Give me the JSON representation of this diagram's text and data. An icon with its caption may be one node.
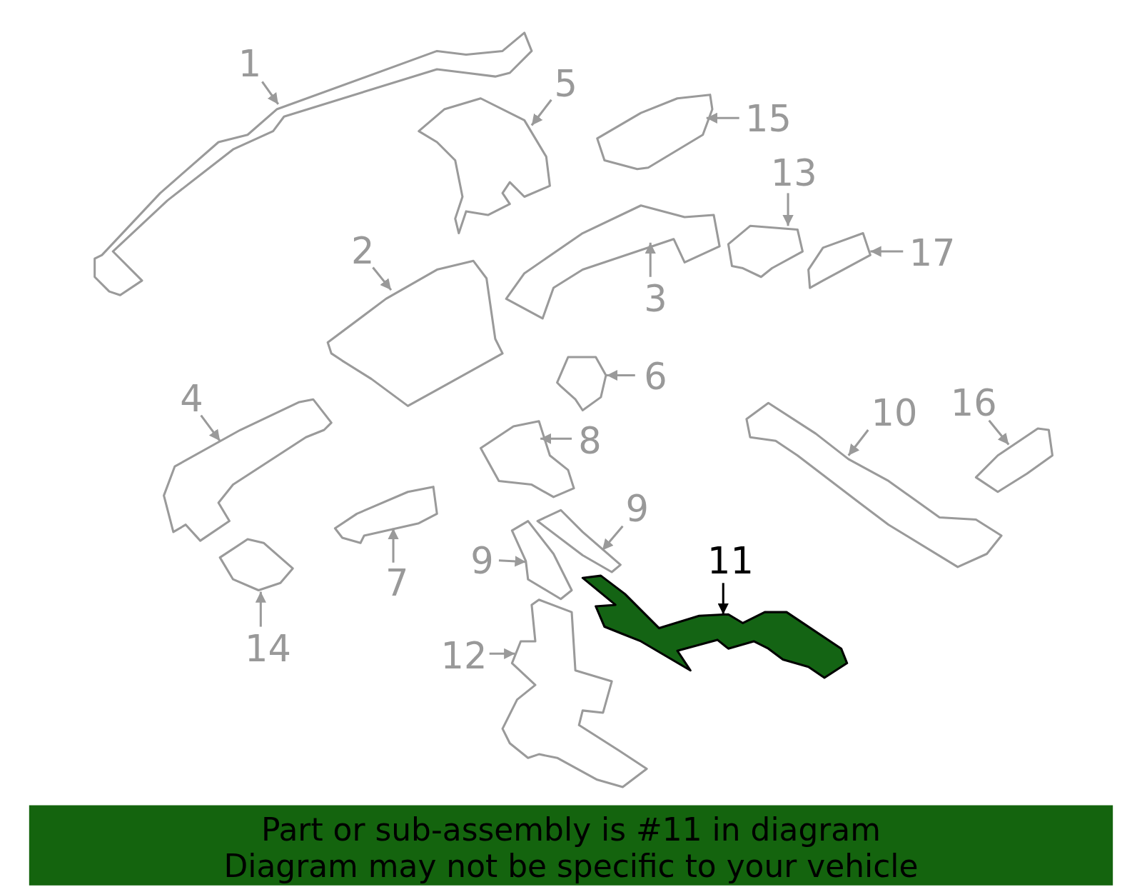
{
  "diagram": {
    "nodes": [
      {
        "text": [
          "1"
        ]
      },
      {
        "text": [],
        "shape": "picture"
      },
      {
        "text": [
          "5"
        ]
      },
      {
        "text": [],
        "shape": "picture"
      },
      {
        "text": [
          "15"
        ]
      },
      {
        "text": [],
        "shape": "picture"
      },
      {
        "text": [
          "13"
        ]
      },
      {
        "text": [],
        "shape": "picture"
      },
      {
        "text": [
          "2"
        ]
      },
      {
        "text": [],
        "shape": "picture"
      },
      {
        "text": [
          "17"
        ]
      },
      {
        "text": [],
        "shape": "picture"
      },
      {
        "text": [
          "3"
        ]
      },
      {
        "text": [],
        "shape": "picture"
      },
      {
        "text": [
          "6"
        ]
      },
      {
        "text": [],
        "shape": "picture"
      },
      {
        "text": [
          "4"
        ]
      },
      {
        "text": [],
        "shape": "picture"
      },
      {
        "text": [
          "16"
        ]
      },
      {
        "text": [],
        "shape": "picture"
      },
      {
        "text": [
          "10"
        ]
      },
      {
        "text": [],
        "shape": "picture"
      },
      {
        "text": [
          "8"
        ]
      },
      {
        "text": [],
        "shape": "picture"
      },
      {
        "text": [
          "9"
        ]
      },
      {
        "text": [],
        "shape": "picture"
      },
      {
        "text": [
          "9"
        ]
      },
      {
        "text": [],
        "shape": "picture"
      },
      {
        "text": [
          "11"
        ]
      },
      {
        "text": [],
        "shape": "picture"
      },
      {
        "text": [
          "7"
        ]
      },
      {
        "text": [],
        "shape": "picture"
      },
      {
        "text": [
          "14"
        ]
      },
      {
        "text": [],
        "shape": "picture"
      },
      {
        "text": [
          "12"
        ]
      },
      {
        "text": [],
        "shape": "picture"
      }
    ],
    "edges": [
      {
        "from": 0,
        "to": 1,
        "arrow": "to"
      },
      {
        "from": 2,
        "to": 3,
        "arrow": "to"
      },
      {
        "from": 4,
        "to": 5,
        "arrow": "to"
      },
      {
        "from": 6,
        "to": 7,
        "arrow": "to"
      },
      {
        "from": 8,
        "to": 9,
        "arrow": "to"
      },
      {
        "from": 10,
        "to": 11,
        "arrow": "to"
      },
      {
        "from": 12,
        "to": 13,
        "arrow": "to"
      },
      {
        "from": 14,
        "to": 15,
        "arrow": "to"
      },
      {
        "from": 16,
        "to": 17,
        "arrow": "to"
      },
      {
        "from": 18,
        "to": 19,
        "arrow": "to"
      },
      {
        "from": 20,
        "to": 21,
        "arrow": "to"
      },
      {
        "from": 22,
        "to": 23,
        "arrow": "to"
      },
      {
        "from": 24,
        "to": 25,
        "arrow": "to"
      },
      {
        "from": 26,
        "to": 27,
        "arrow": "to"
      },
      {
        "from": 28,
        "to": 29,
        "arrow": "to",
        "color": "#000000"
      },
      {
        "from": 30,
        "to": 31,
        "arrow": "to"
      },
      {
        "from": 32,
        "to": 33,
        "arrow": "to"
      },
      {
        "from": 34,
        "to": 35,
        "arrow": "to"
      }
    ],
    "labels": [
      "Part or sub-assembly is #11 in diagram",
      "Diagram may not be specific to your vehicle"
    ]
  }
}
